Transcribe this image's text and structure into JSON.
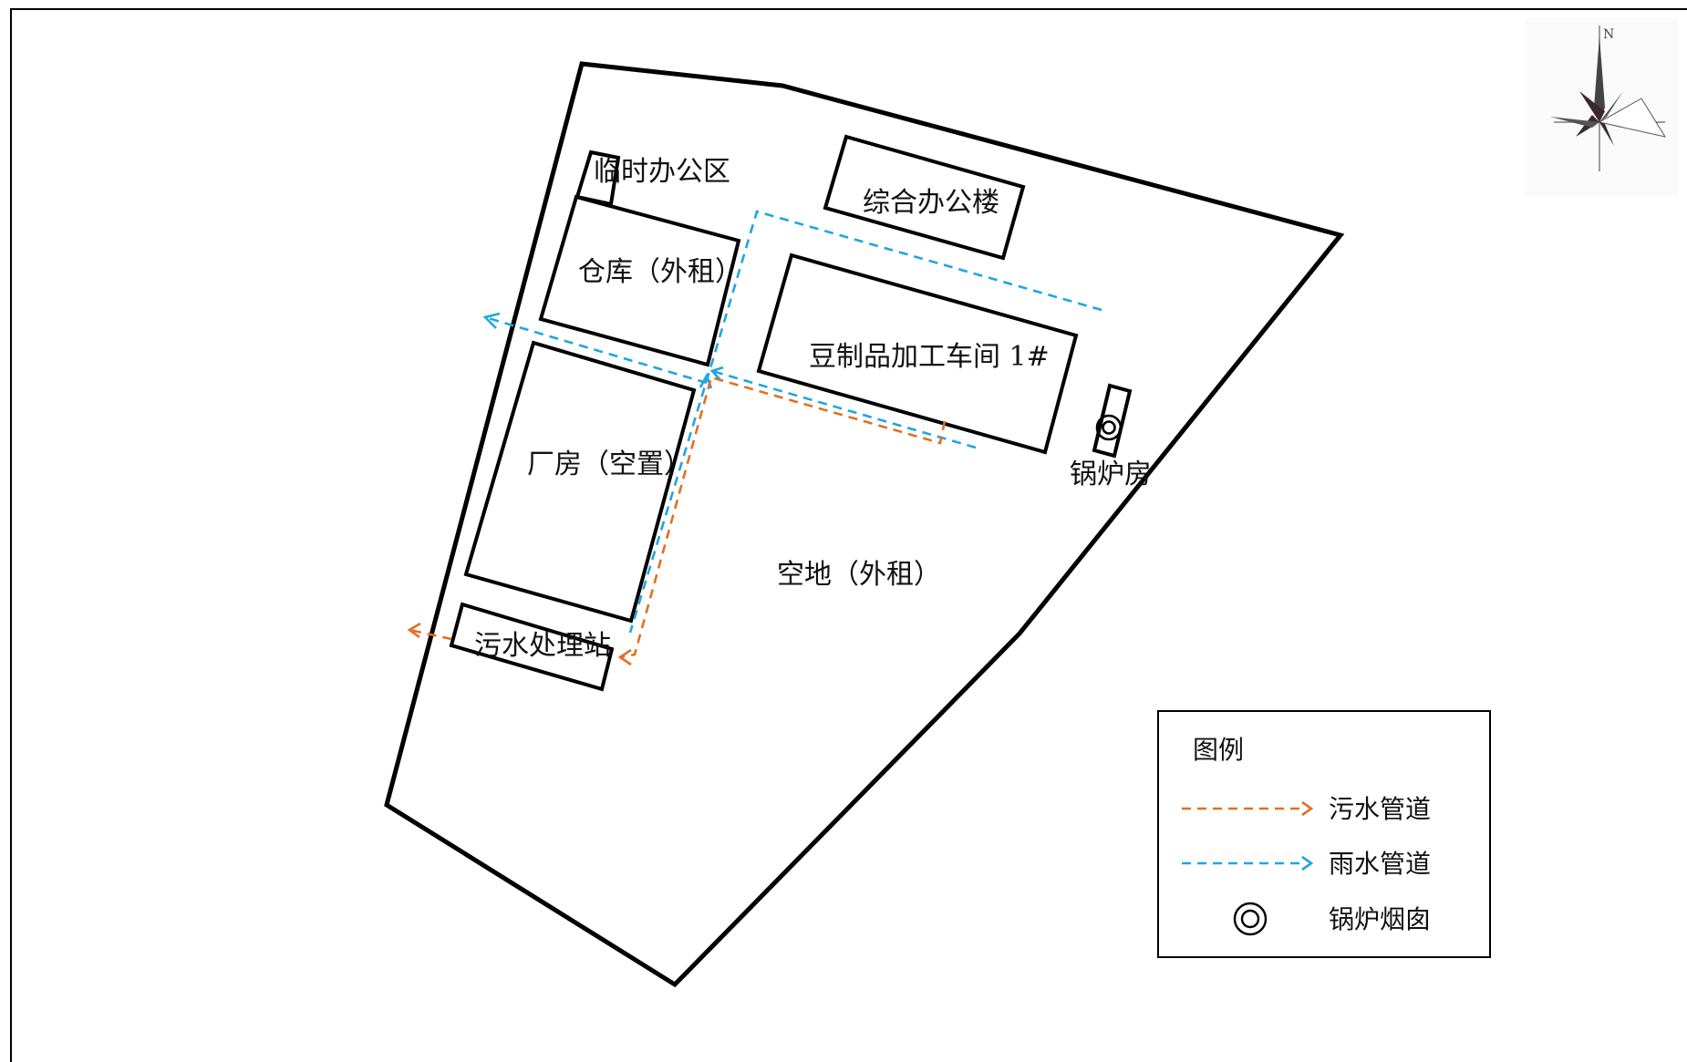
{
  "colors": {
    "sewage_pipe": "#E07020",
    "rain_pipe": "#1FA6E0",
    "outline": "#000000",
    "compass_dark": "#3a2a2a"
  },
  "compass": {
    "north_label": "N",
    "icon": "compass-rose-icon"
  },
  "labels": {
    "temp_office": "临时办公区",
    "warehouse": "仓库（外租）",
    "factory": "厂房（空置）",
    "wastewater_station": "污水处理站",
    "main_office": "综合办公楼",
    "workshop": "豆制品加工车间 1#",
    "boiler_room": "锅炉房",
    "open_land": "空地（外租）"
  },
  "legend": {
    "title": "图例",
    "items": [
      {
        "label": "污水管道",
        "icon": "sewage-pipe-line-icon"
      },
      {
        "label": "雨水管道",
        "icon": "rain-pipe-line-icon"
      },
      {
        "label": "锅炉烟囱",
        "icon": "boiler-chimney-icon"
      }
    ]
  }
}
